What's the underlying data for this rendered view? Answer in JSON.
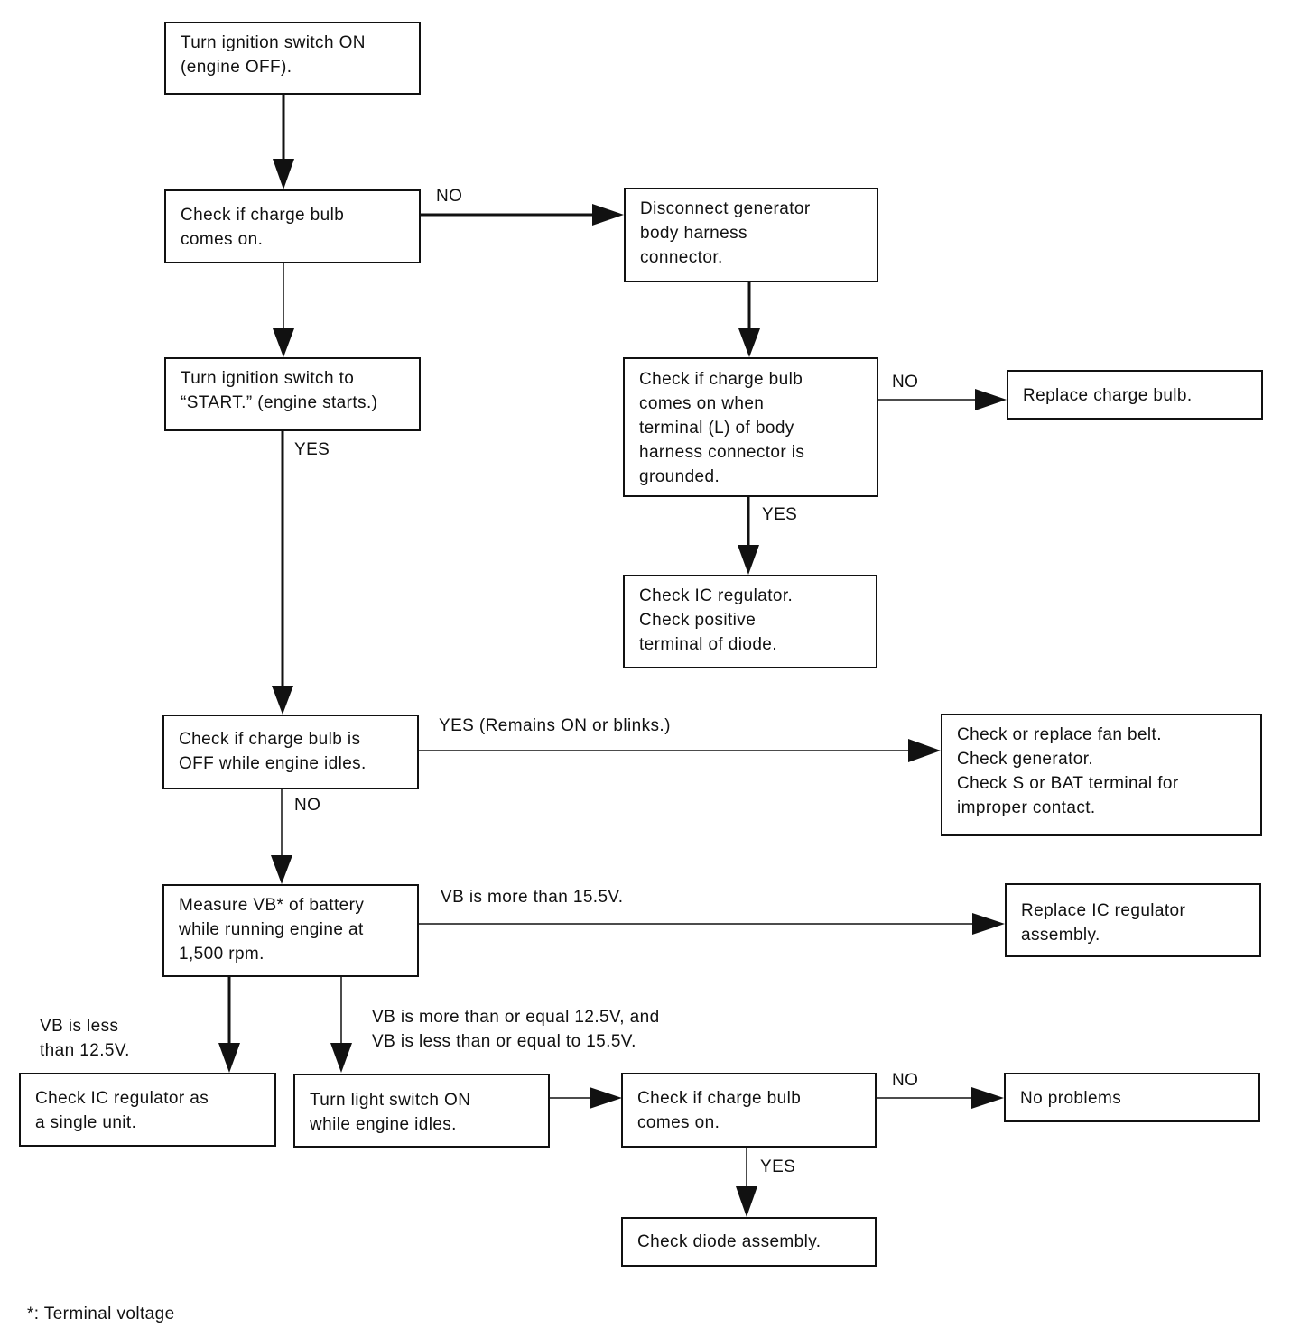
{
  "boxes": {
    "b1": [
      "Turn ignition switch ON",
      "(engine OFF)."
    ],
    "b2": [
      "Check if charge bulb",
      "comes on."
    ],
    "b3": [
      "Disconnect generator",
      "body harness",
      "connector."
    ],
    "b4": [
      "Turn ignition switch to",
      "“START.” (engine starts.)"
    ],
    "b5": [
      "Check if charge bulb",
      "comes on when",
      "terminal (L) of body",
      "harness connector is",
      "grounded."
    ],
    "b6": [
      "Replace charge bulb."
    ],
    "b7": [
      "Check IC regulator.",
      "Check positive",
      "terminal of diode."
    ],
    "b8": [
      "Check if charge bulb is",
      "OFF while engine idles."
    ],
    "b9": [
      "Check or replace fan belt.",
      "Check generator.",
      "Check S or BAT terminal for",
      "improper contact."
    ],
    "b10": [
      "Measure VB* of battery",
      "while running engine at",
      "1,500 rpm."
    ],
    "b11": [
      "Replace IC regulator",
      "assembly."
    ],
    "b12": [
      "Check IC regulator as",
      "a single unit."
    ],
    "b13": [
      "Turn light switch ON",
      "while engine idles."
    ],
    "b14": [
      "Check if charge bulb",
      "comes on."
    ],
    "b15": [
      "No problems"
    ],
    "b16": [
      "Check diode assembly."
    ]
  },
  "labels": {
    "no_b2": [
      "NO"
    ],
    "yes_b4": [
      "YES"
    ],
    "no_b5": [
      "NO"
    ],
    "yes_b5": [
      "YES"
    ],
    "yes_b8": [
      "YES (Remains ON or blinks.)"
    ],
    "no_b8": [
      "NO"
    ],
    "vb_high": [
      "VB is more than 15.5V."
    ],
    "vb_low": [
      "VB is less",
      "than 12.5V."
    ],
    "vb_mid": [
      "VB is more than or equal 12.5V, and",
      "VB is less than or equal to 15.5V."
    ],
    "no_b14": [
      "NO"
    ],
    "yes_b14": [
      "YES"
    ]
  },
  "footnote": "*: Terminal voltage"
}
